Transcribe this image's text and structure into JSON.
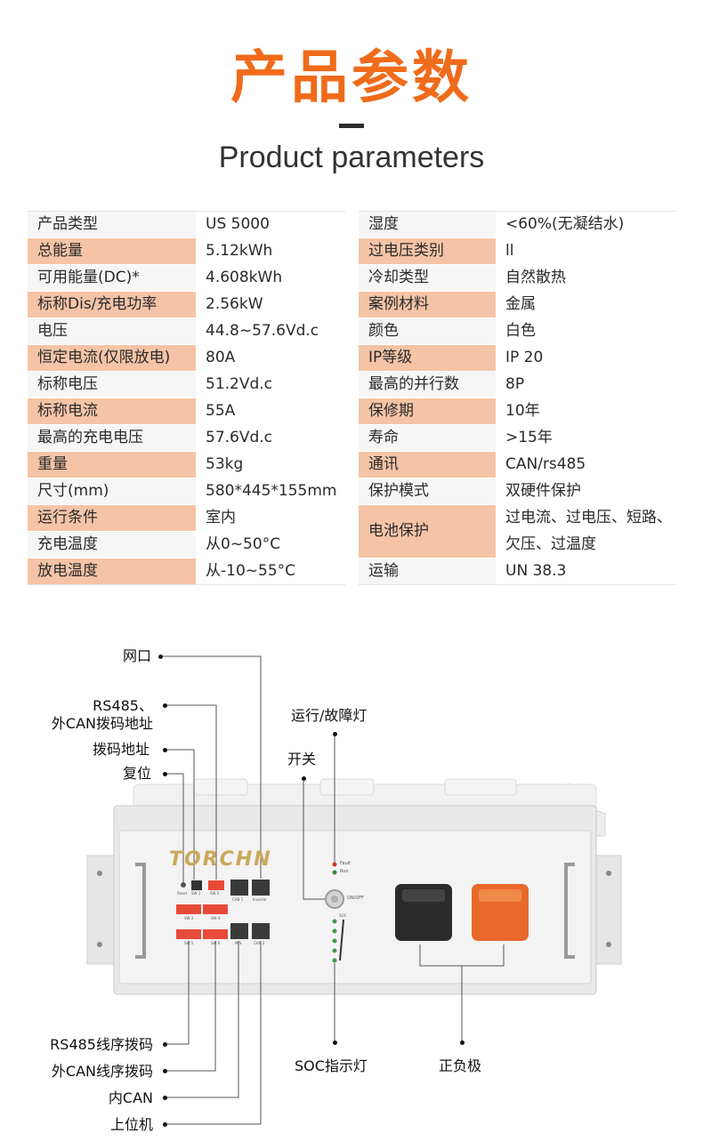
{
  "header": {
    "title_cn": "产品参数",
    "title_en": "Product parameters"
  },
  "spec_left": [
    {
      "key": "产品类型",
      "value": "US 5000"
    },
    {
      "key": "总能量",
      "value": "5.12kWh"
    },
    {
      "key": "可用能量(DC)*",
      "value": "4.608kWh"
    },
    {
      "key": "标称Dis/充电功率",
      "value": "2.56kW"
    },
    {
      "key": "电压",
      "value": "44.8~57.6Vd.c"
    },
    {
      "key": "恒定电流(仅限放电)",
      "value": "80A"
    },
    {
      "key": "标称电压",
      "value": "51.2Vd.c"
    },
    {
      "key": "标称电流",
      "value": "55A"
    },
    {
      "key": "最高的充电电压",
      "value": "57.6Vd.c"
    },
    {
      "key": "重量",
      "value": "53kg"
    },
    {
      "key": "尺寸(mm)",
      "value": "580*445*155mm"
    },
    {
      "key": "运行条件",
      "value": "室内"
    },
    {
      "key": "充电温度",
      "value": "从0~50°C"
    },
    {
      "key": "放电温度",
      "value": "从-10~55°C"
    }
  ],
  "spec_right": [
    {
      "key": "湿度",
      "value": "<60%(无凝结水)"
    },
    {
      "key": "过电压类别",
      "value": "ll"
    },
    {
      "key": "冷却类型",
      "value": "自然散热"
    },
    {
      "key": "案例材料",
      "value": "金属"
    },
    {
      "key": "颜色",
      "value": "白色"
    },
    {
      "key": "IP等级",
      "value": "IP 20"
    },
    {
      "key": "最高的并行数",
      "value": "8P"
    },
    {
      "key": "保修期",
      "value": "10年"
    },
    {
      "key": "寿命",
      "value": ">15年"
    },
    {
      "key": "通讯",
      "value": "CAN/rs485"
    },
    {
      "key": "保护模式",
      "value": "双硬件保护"
    },
    {
      "key": "电池保护",
      "value": "过电流、过电压、短路、",
      "value2": "欠压、过温度"
    },
    {
      "key": "运输",
      "value": "UN 38.3"
    }
  ],
  "diagram": {
    "labels": {
      "network_port": "网口",
      "rs485_dip_line1": "RS485、",
      "rs485_dip_line2": "外CAN拨码地址",
      "dip_address": "拨码地址",
      "reset": "复位",
      "run_fault_light": "运行/故障灯",
      "switch": "开关",
      "rs485_seq_dip": "RS485线序拨码",
      "ext_can_seq_dip": "外CAN线序拨码",
      "inner_can": "内CAN",
      "host": "上位机",
      "soc_light": "SOC指示灯",
      "terminals": "正负极"
    },
    "device": {
      "brand": "TORCHN",
      "fault": "Fault",
      "run": "Run",
      "onoff": "ON/OFF",
      "reset": "Reset",
      "sw1": "SW 1",
      "sw2": "SW 2",
      "sw3": "SW 3",
      "sw4": "SW 4",
      "sw5": "SW 5",
      "sw6": "SW 6",
      "can1": "CAN 1",
      "inverter": "Inverter",
      "ms": "M/S",
      "can2": "CAN 2",
      "soc": "SOC"
    },
    "colors": {
      "accent": "#f06b1a",
      "dip_red": "#e84a3a",
      "negative_terminal": "#2a2a2a",
      "positive_terminal": "#e8692a"
    }
  }
}
